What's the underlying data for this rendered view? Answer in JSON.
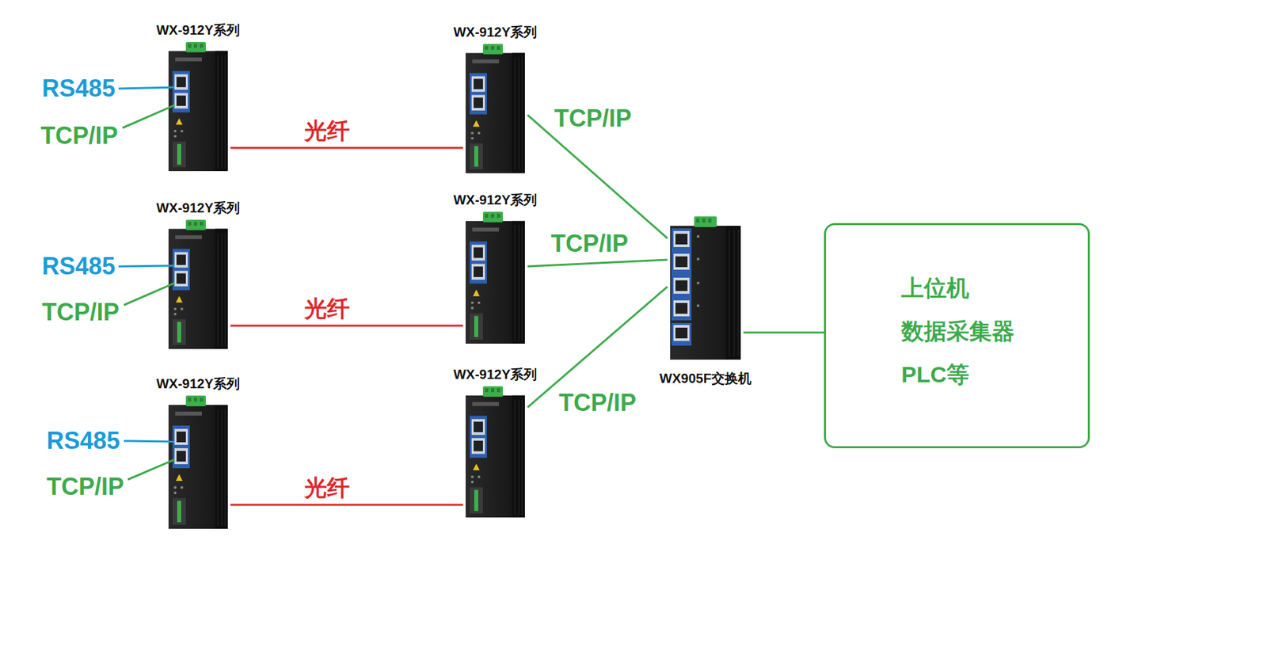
{
  "diagram": {
    "nodes": [
      {
        "text": [
          "WX-912Y系列"
        ]
      },
      {
        "text": [
          "WX-912Y系列"
        ]
      },
      {
        "text": [
          "WX-912Y系列"
        ]
      },
      {
        "text": [
          "WX-912Y系列"
        ]
      },
      {
        "text": [
          "WX-912Y系列"
        ]
      },
      {
        "text": [
          "WX-912Y系列"
        ]
      },
      {
        "text": [
          "WX905F交换机"
        ]
      },
      {
        "text": [
          "上位机",
          "数据采集器",
          "PLC等"
        ]
      }
    ],
    "edges": [
      {
        "from": 0,
        "to": 1,
        "label": "光纤",
        "arrow": "none"
      },
      {
        "from": 2,
        "to": 3,
        "label": "光纤",
        "arrow": "none"
      },
      {
        "from": 4,
        "to": 5,
        "label": "光纤",
        "arrow": "none"
      },
      {
        "from": 1,
        "to": 6,
        "label": "TCP/IP",
        "arrow": "none"
      },
      {
        "from": 3,
        "to": 6,
        "label": "TCP/IP",
        "arrow": "none"
      },
      {
        "from": 5,
        "to": 6,
        "label": "TCP/IP",
        "arrow": "none"
      },
      {
        "from": 6,
        "to": 7,
        "arrow": "none"
      }
    ],
    "labels": [
      "RS485",
      "TCP/IP",
      "RS485",
      "TCP/IP",
      "RS485",
      "TCP/IP"
    ]
  }
}
